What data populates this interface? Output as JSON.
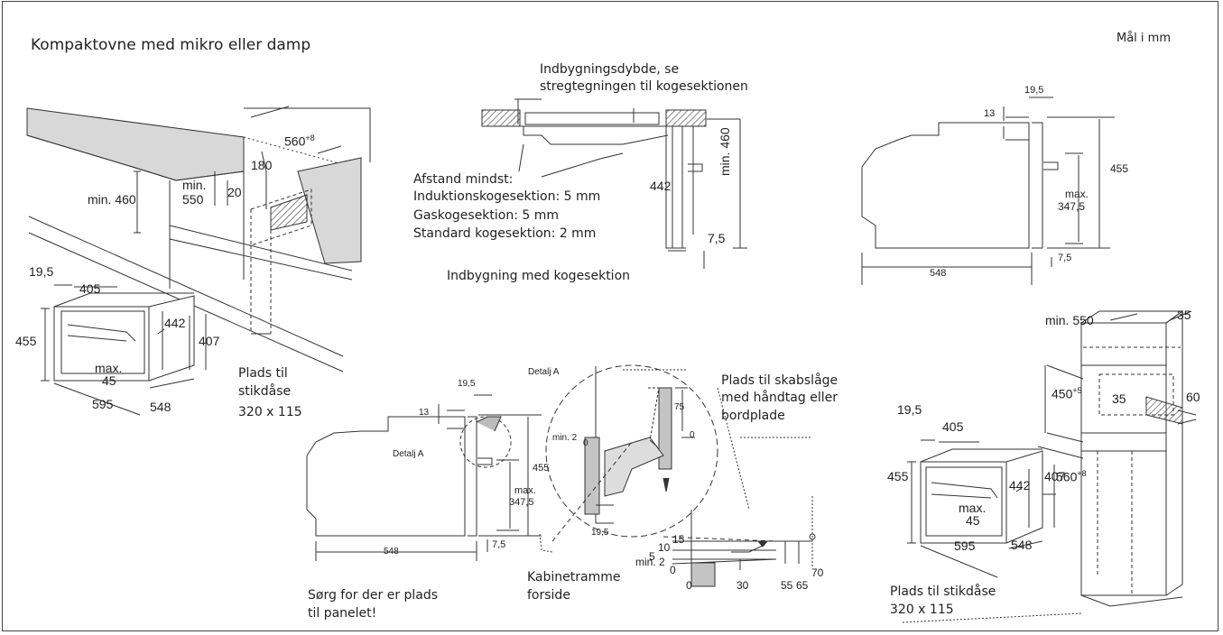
{
  "title": "Kompaktovne med mikro eller damp",
  "units_note": "Mål i mm",
  "panel_kitchen": {
    "dims": {
      "width_oven": "560",
      "width_sup": "+8",
      "min460": "min. 460",
      "min550_a": "min.",
      "min550_b": "550",
      "d180": "180",
      "d20": "20"
    }
  },
  "panel_cooktop": {
    "depth_note_1": "Indbygningsdybde, se",
    "depth_note_2": "stregtegningen til kogesektionen",
    "distance_title": "Afstand mindst:",
    "induction": "Induktionskogesektion: 5 mm",
    "gas": "Gaskogesektion: 5 mm",
    "standard": "Standard kogesektion: 2 mm",
    "caption": "Indbygning med kogesektion",
    "dims": {
      "d442": "442",
      "min460": "min. 460",
      "d7_5": "7,5"
    }
  },
  "panel_side_top": {
    "dims": {
      "d19_5": "19,5",
      "d13": "13",
      "d455": "455",
      "max": "max.",
      "d347_5": "347,5",
      "d7_5": "7,5",
      "d548": "548"
    }
  },
  "panel_oven_left": {
    "dims": {
      "d19_5": "19,5",
      "d405": "405",
      "d455": "455",
      "d442": "442",
      "d407": "407",
      "max": "max.",
      "d45": "45",
      "d595": "595",
      "d548": "548"
    },
    "socket_1": "Plads til",
    "socket_2": "stikdåse",
    "socket_3": "320 x 115"
  },
  "panel_side_bottom": {
    "dims": {
      "d19_5": "19,5",
      "d13": "13",
      "detail": "Detalj A",
      "d455": "455",
      "max": "max.",
      "d347_5": "347,5",
      "d7_5": "7,5",
      "d548": "548"
    },
    "note_1": "Sørg for der er plads",
    "note_2": "til panelet!"
  },
  "panel_detail": {
    "detail_title": "Detalj A",
    "drawer_1": "Plads til skabslåge",
    "drawer_2": "med håndtag eller",
    "drawer_3": "bordplade",
    "dims": {
      "d75": "75",
      "d0": "0",
      "min2": "min. 2",
      "d0b": "0",
      "d19_5": "19,5",
      "d15": "15",
      "d10": "10",
      "d5": "5",
      "min2b": "min. 2",
      "d0c": "0",
      "d0d": "0",
      "d30": "30",
      "d55": "55",
      "d65": "65",
      "d70": "70"
    },
    "frame_1": "Kabinetramme",
    "frame_2": "forside"
  },
  "panel_tall": {
    "dims": {
      "min550": "min. 550",
      "d35": "35",
      "d450": "450",
      "d450_sup": "+5",
      "d35b": "35",
      "d60": "60",
      "d560": "560",
      "d560_sup": "+8",
      "d19_5": "19,5",
      "d405": "405",
      "d455": "455",
      "d442": "442",
      "d407": "407",
      "max": "max.",
      "d45": "45",
      "d595": "595",
      "d548": "548"
    },
    "socket_1": "Plads til stikdåse",
    "socket_2": "320 x 115"
  }
}
